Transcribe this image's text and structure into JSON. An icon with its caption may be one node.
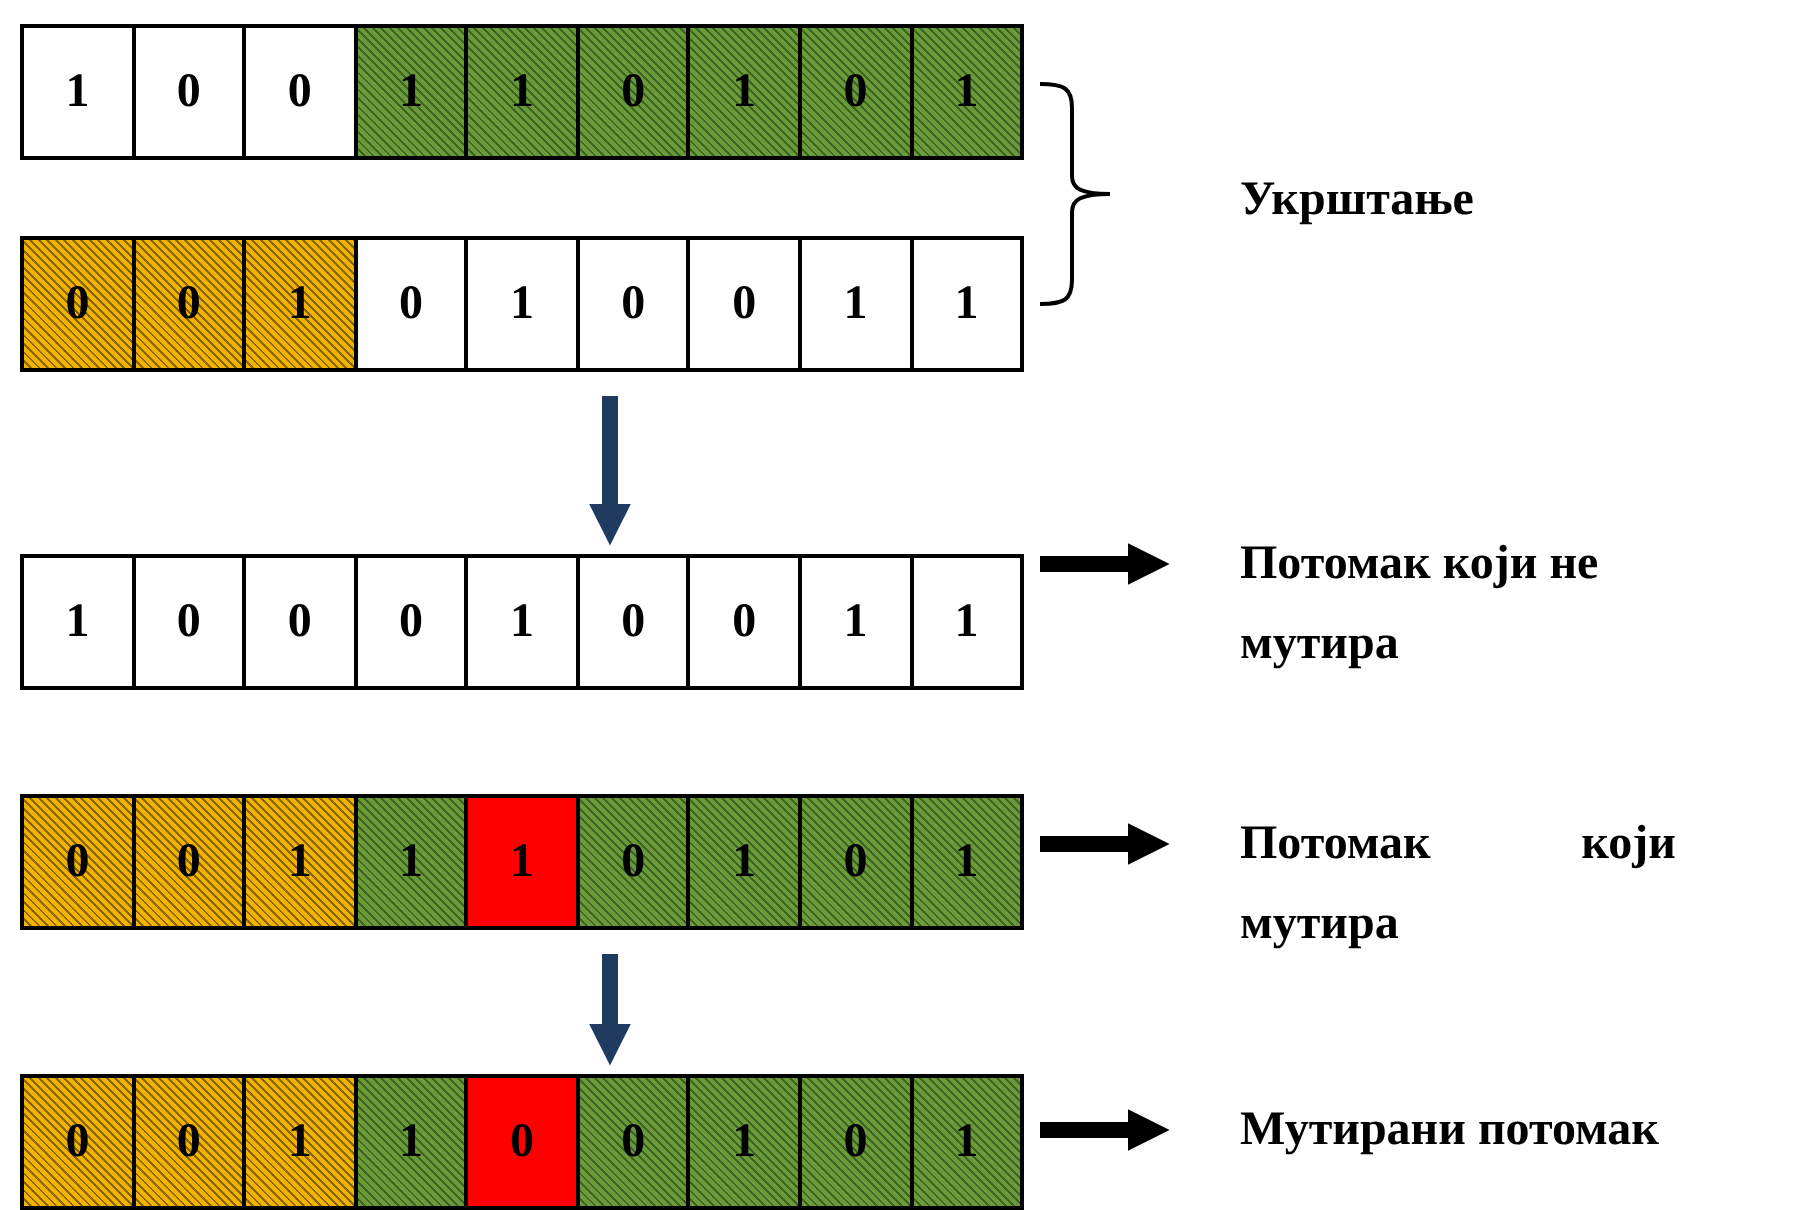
{
  "diagram": {
    "nodes": [
      {
        "text": [],
        "shape": "bar"
      },
      {
        "text": [
          "1"
        ],
        "in": 0
      },
      {
        "text": [
          "0"
        ],
        "in": 0
      },
      {
        "text": [
          "0"
        ],
        "in": 0
      },
      {
        "text": [
          "1"
        ],
        "in": 0
      },
      {
        "text": [
          "1"
        ],
        "in": 0
      },
      {
        "text": [
          "0"
        ],
        "in": 0
      },
      {
        "text": [
          "1"
        ],
        "in": 0
      },
      {
        "text": [
          "0"
        ],
        "in": 0
      },
      {
        "text": [
          "1"
        ],
        "in": 0
      },
      {
        "text": [],
        "shape": "bar"
      },
      {
        "text": [
          "0"
        ],
        "in": 10
      },
      {
        "text": [
          "0"
        ],
        "in": 10
      },
      {
        "text": [
          "1"
        ],
        "in": 10
      },
      {
        "text": [
          "0"
        ],
        "in": 10
      },
      {
        "text": [
          "1"
        ],
        "in": 10
      },
      {
        "text": [
          "0"
        ],
        "in": 10
      },
      {
        "text": [
          "0"
        ],
        "in": 10
      },
      {
        "text": [
          "1"
        ],
        "in": 10
      },
      {
        "text": [
          "1"
        ],
        "in": 10
      },
      {
        "text": [],
        "shape": "bar"
      },
      {
        "text": [
          "1"
        ],
        "in": 20
      },
      {
        "text": [
          "0"
        ],
        "in": 20
      },
      {
        "text": [
          "0"
        ],
        "in": 20
      },
      {
        "text": [
          "0"
        ],
        "in": 20
      },
      {
        "text": [
          "1"
        ],
        "in": 20
      },
      {
        "text": [
          "0"
        ],
        "in": 20
      },
      {
        "text": [
          "0"
        ],
        "in": 20
      },
      {
        "text": [
          "1"
        ],
        "in": 20
      },
      {
        "text": [
          "1"
        ],
        "in": 20
      },
      {
        "text": [
          "Потомак који не мутира"
        ]
      },
      {
        "text": [],
        "shape": "bar"
      },
      {
        "text": [
          "0"
        ],
        "in": 31
      },
      {
        "text": [
          "0"
        ],
        "in": 31
      },
      {
        "text": [
          "1"
        ],
        "in": 31
      },
      {
        "text": [
          "1"
        ],
        "in": 31
      },
      {
        "text": [
          "1"
        ],
        "in": 31
      },
      {
        "text": [
          "0"
        ],
        "in": 31
      },
      {
        "text": [
          "1"
        ],
        "in": 31
      },
      {
        "text": [
          "0"
        ],
        "in": 31
      },
      {
        "text": [
          "1"
        ],
        "in": 31
      },
      {
        "text": [
          "Потомак који мутира"
        ]
      },
      {
        "text": [],
        "shape": "bar"
      },
      {
        "text": [
          "0"
        ],
        "in": 42
      },
      {
        "text": [
          "0"
        ],
        "in": 42
      },
      {
        "text": [
          "1"
        ],
        "in": 42
      },
      {
        "text": [
          "1"
        ],
        "in": 42
      },
      {
        "text": [
          "0"
        ],
        "in": 42
      },
      {
        "text": [
          "0"
        ],
        "in": 42
      },
      {
        "text": [
          "1"
        ],
        "in": 42
      },
      {
        "text": [
          "0"
        ],
        "in": 42
      },
      {
        "text": [
          "1"
        ],
        "in": 42
      },
      {
        "text": [
          "Мутирани потомак"
        ]
      }
    ],
    "edges": [
      {
        "from": 10,
        "to": 20,
        "arrow": "to",
        "color": "#1f3b5f"
      },
      {
        "from": 20,
        "to": 30,
        "arrow": "to"
      },
      {
        "from": 31,
        "to": 41,
        "arrow": "to"
      },
      {
        "from": 31,
        "to": 42,
        "arrow": "to",
        "color": "#1f3b5f"
      },
      {
        "from": 42,
        "to": 52,
        "arrow": "to"
      }
    ],
    "labels": [
      "Укрштање"
    ]
  }
}
